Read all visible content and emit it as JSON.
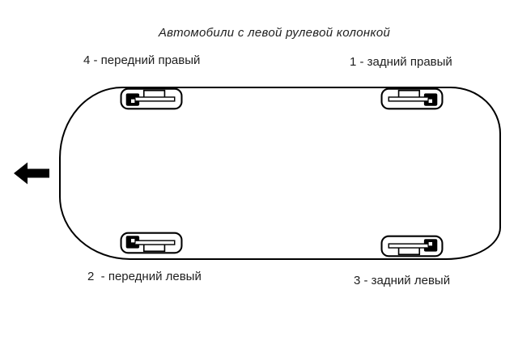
{
  "title": "Автомобили с левой рулевой колонкой",
  "labels": {
    "front_right": "4 - передний правый",
    "rear_right": "1 - задний правый",
    "front_left": "2  - передний левый",
    "rear_left": "3 - задний левый"
  },
  "icons": {
    "direction_arrow": "left-arrow",
    "door_lock": "door-lock-mechanism"
  },
  "colors": {
    "line": "#000000",
    "background": "#ffffff",
    "text": "#1f1f1f"
  }
}
